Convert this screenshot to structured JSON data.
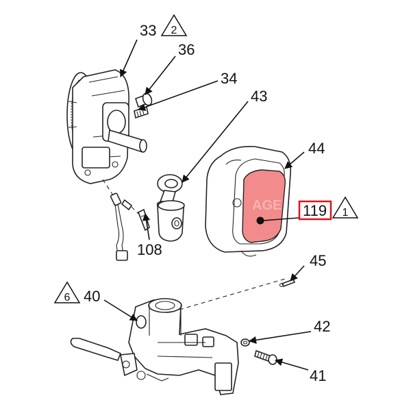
{
  "labels": {
    "p33": "33",
    "p36": "36",
    "p34": "34",
    "p43": "43",
    "p44": "44",
    "p119": "119",
    "p108": "108",
    "p45": "45",
    "p40": "40",
    "p42": "42",
    "p41": "41"
  },
  "warning_triangles": {
    "t2": "2",
    "t1": "1",
    "t6": "6"
  },
  "colors": {
    "highlight_fill": "#f28b8b",
    "highlight_box": "#e0111b",
    "line": "#222222"
  }
}
